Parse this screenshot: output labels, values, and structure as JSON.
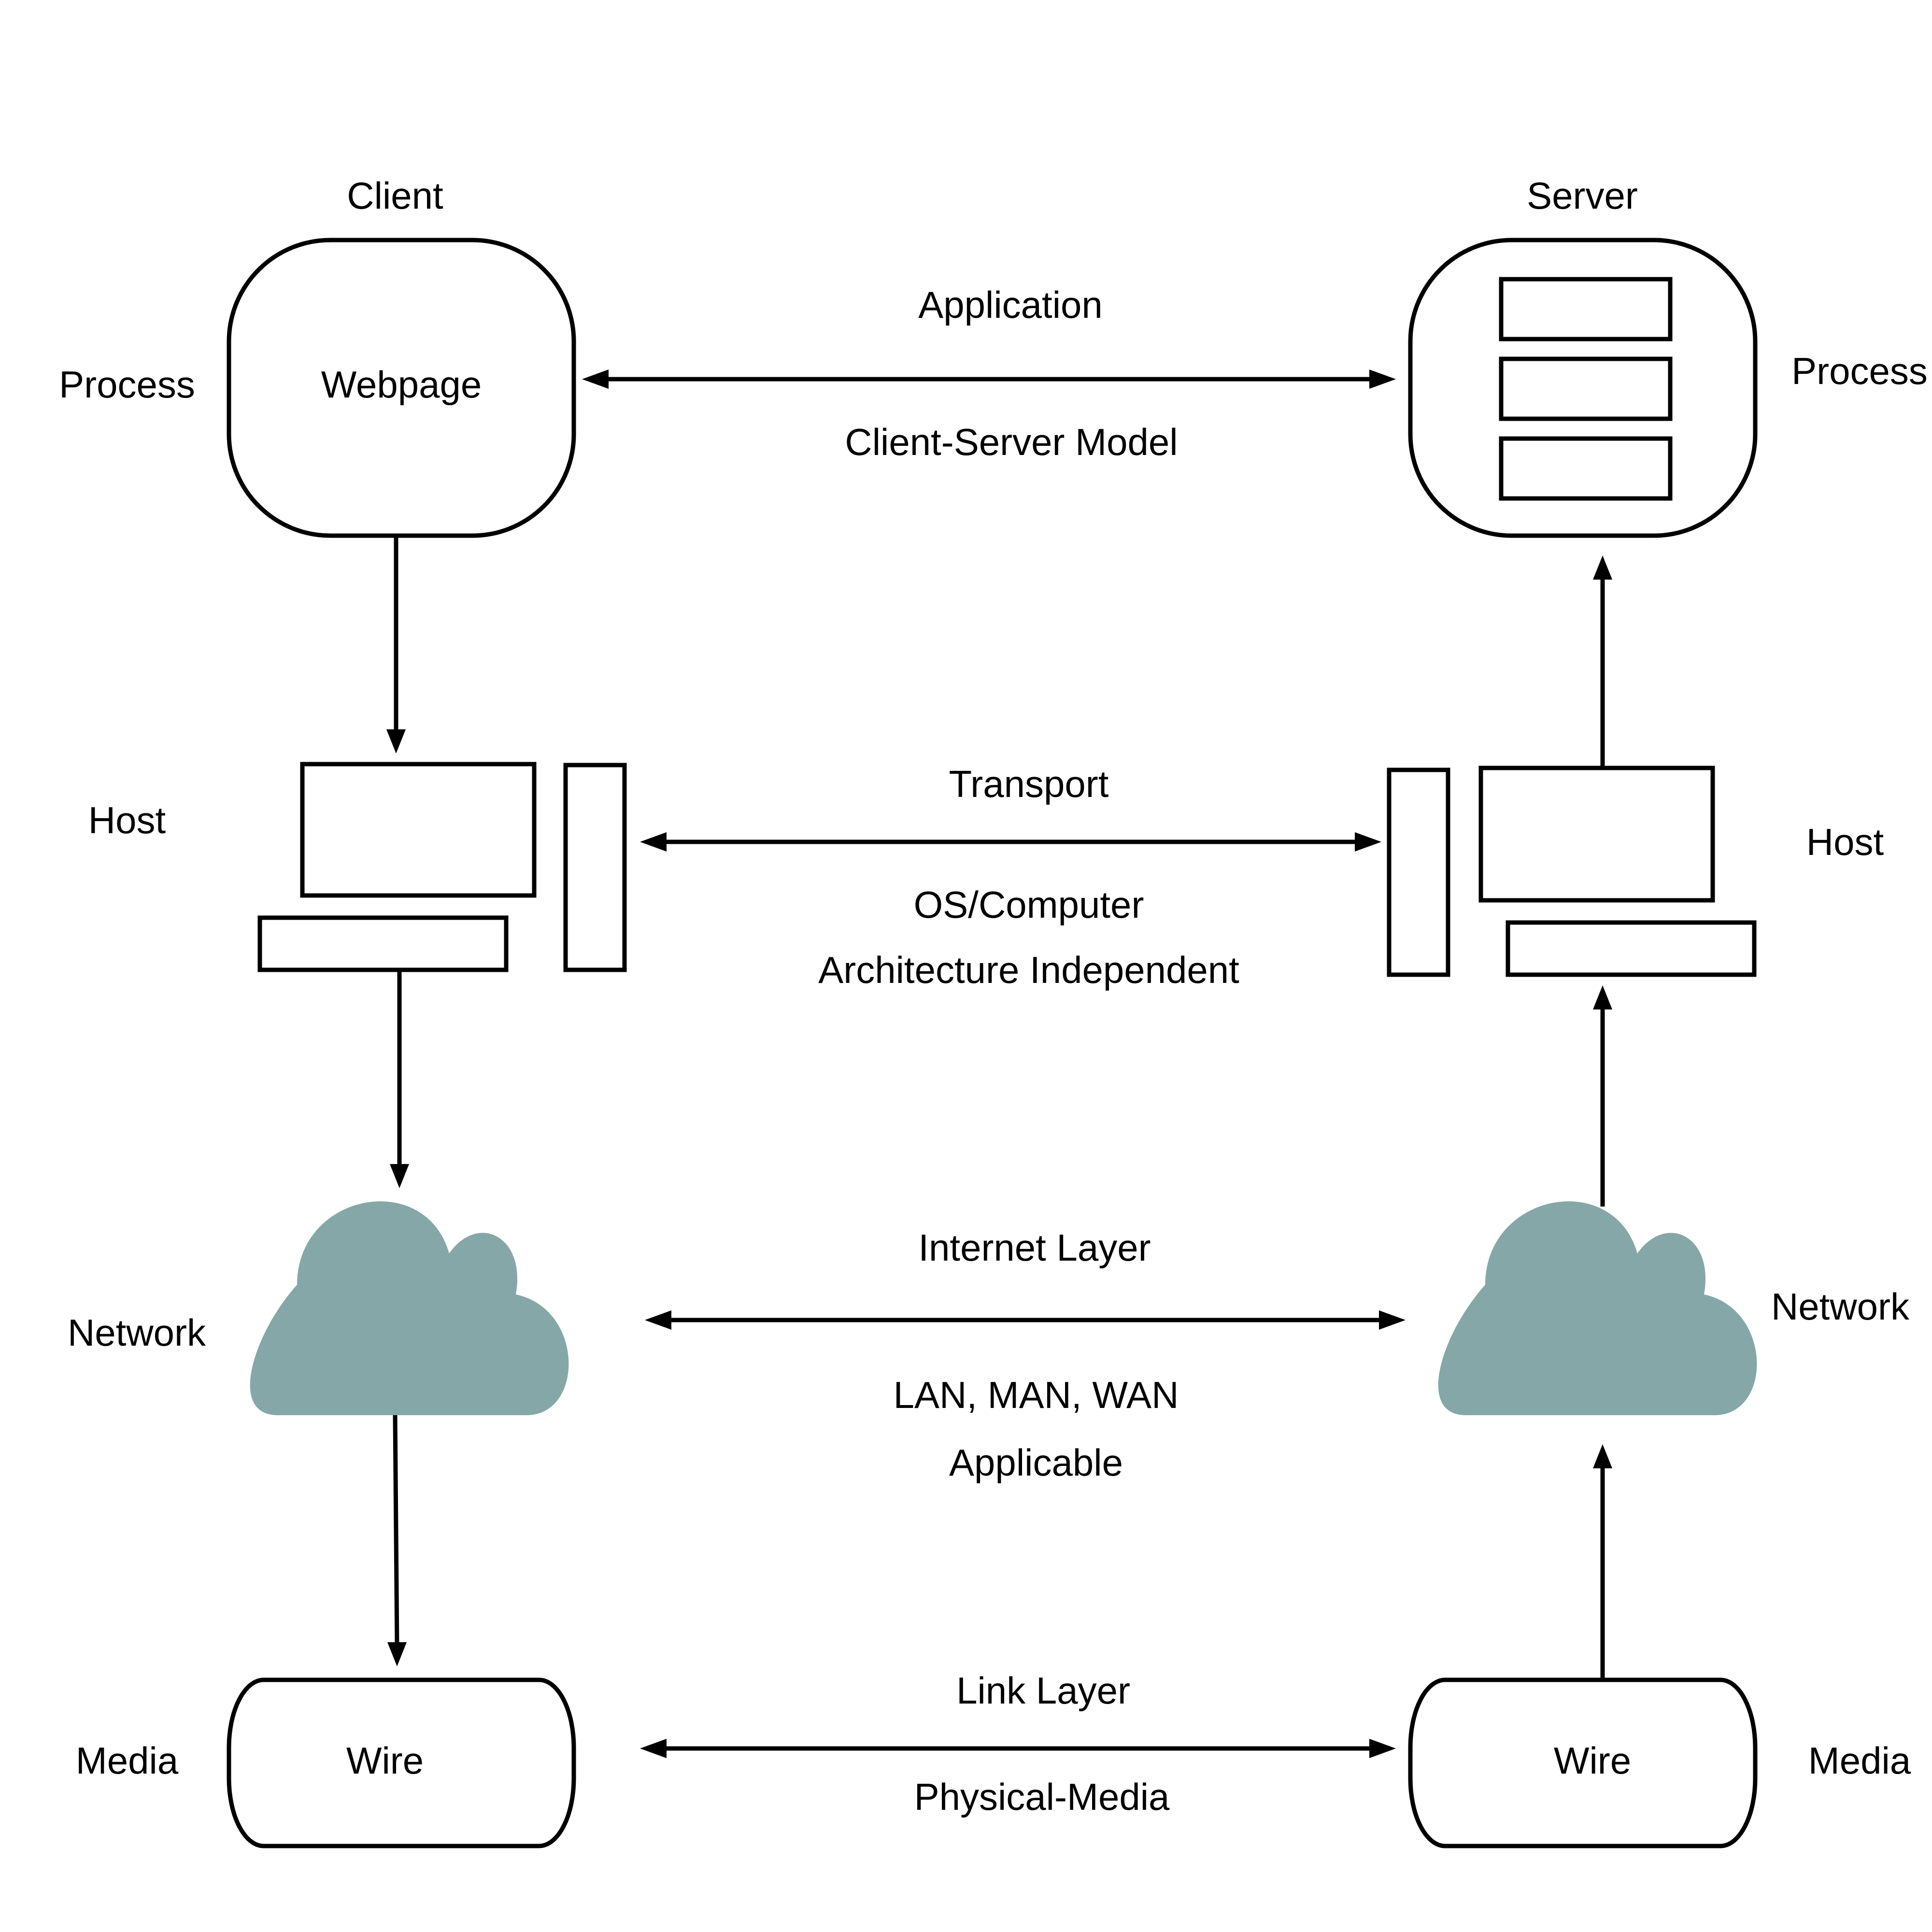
{
  "colors": {
    "stroke": "#000000",
    "cloud": "#85a7a8",
    "background": "#ffffff"
  },
  "client": {
    "title": "Client",
    "process_label": "Process",
    "process_box_label": "Webpage",
    "host_label": "Host",
    "network_label": "Network",
    "media_label": "Media",
    "media_box_label": "Wire"
  },
  "server": {
    "title": "Server",
    "process_label": "Process",
    "host_label": "Host",
    "network_label": "Network",
    "media_label": "Media",
    "media_box_label": "Wire"
  },
  "layers": {
    "application": {
      "title": "Application",
      "description": [
        "Client-Server Model"
      ]
    },
    "transport": {
      "title": "Transport",
      "description": [
        "OS/Computer",
        "Architecture Independent"
      ]
    },
    "internet": {
      "title": "Internet Layer",
      "description": [
        "LAN, MAN, WAN",
        "Applicable"
      ]
    },
    "link": {
      "title": "Link Layer",
      "description": [
        "Physical-Media"
      ]
    }
  },
  "icons": {
    "server_process": "server-stack-icon",
    "host": "computer-icon",
    "network": "cloud-icon"
  }
}
